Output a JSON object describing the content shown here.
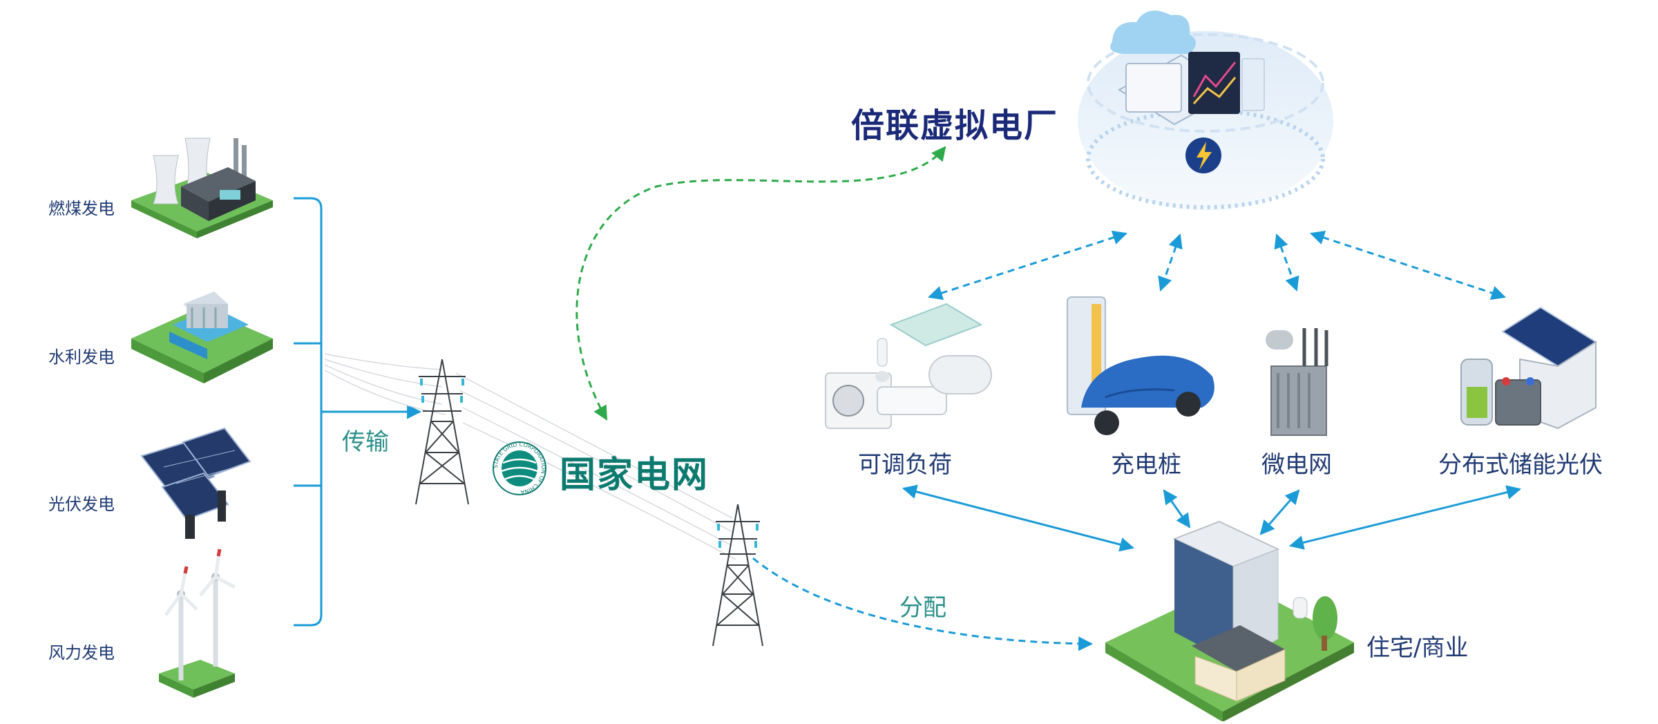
{
  "sources": [
    {
      "label": "燃煤发电",
      "icon": "coal-power-plant-icon"
    },
    {
      "label": "水利发电",
      "icon": "hydro-dam-icon"
    },
    {
      "label": "光伏发电",
      "icon": "solar-panel-icon"
    },
    {
      "label": "风力发电",
      "icon": "wind-turbine-icon"
    }
  ],
  "flows": {
    "transmission": "传输",
    "distribution": "分配"
  },
  "grid": {
    "name": "国家电网",
    "ring_text": "STATE GRID CORPORATION OF CHINA"
  },
  "vpp": {
    "title": "倍联虚拟电厂",
    "icon": "cloud-platform-icon"
  },
  "resources": [
    {
      "label": "可调负荷",
      "icon": "adjustable-load-icon"
    },
    {
      "label": "充电桩",
      "icon": "ev-charger-icon"
    },
    {
      "label": "微电网",
      "icon": "microgrid-transformer-icon"
    },
    {
      "label": "分布式储能光伏",
      "icon": "storage-solar-house-icon"
    }
  ],
  "consumer": {
    "label": "住宅/商业",
    "icon": "residential-commercial-icon"
  },
  "colors": {
    "arrow_blue": "#1a9bd7",
    "arrow_green": "#2eaa4a",
    "grid_green": "#0d7a6f",
    "title_navy": "#1b2a78",
    "label_navy": "#1f3a73"
  }
}
